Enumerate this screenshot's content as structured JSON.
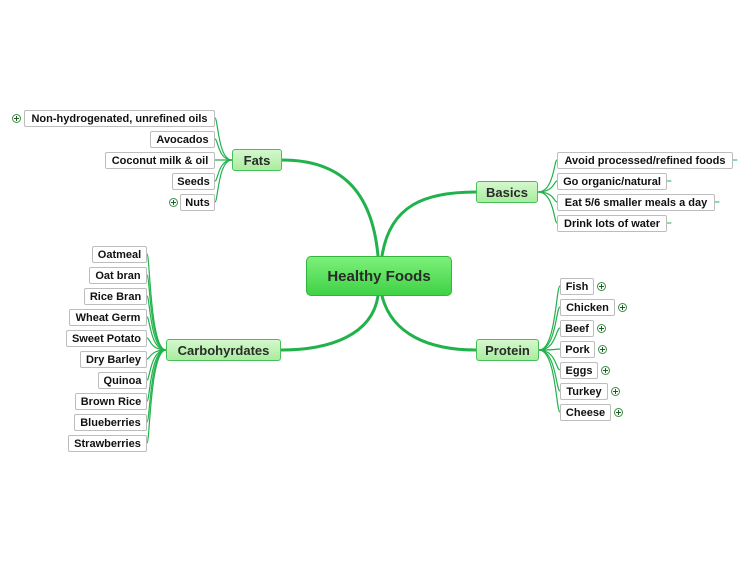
{
  "root": {
    "label": "Healthy Foods"
  },
  "colors": {
    "branch": "#22b24c",
    "leaf_line": "#22b24c",
    "root_fill": "#5ee05d",
    "main_fill": "#bff3b4"
  },
  "icons": {
    "collapse": "plus-circle-icon"
  },
  "branches": {
    "fats": {
      "label": "Fats",
      "items": [
        {
          "label": "Non-hydrogenated, unrefined oils",
          "expandable": true
        },
        {
          "label": "Avocados",
          "expandable": false
        },
        {
          "label": "Coconut milk & oil",
          "expandable": false
        },
        {
          "label": "Seeds",
          "expandable": false
        },
        {
          "label": "Nuts",
          "expandable": true
        }
      ]
    },
    "carbohydrates": {
      "label": "Carbohyrdates",
      "items": [
        {
          "label": "Oatmeal",
          "expandable": false
        },
        {
          "label": "Oat bran",
          "expandable": false
        },
        {
          "label": "Rice Bran",
          "expandable": false
        },
        {
          "label": "Wheat Germ",
          "expandable": false
        },
        {
          "label": "Sweet Potato",
          "expandable": false
        },
        {
          "label": "Dry Barley",
          "expandable": false
        },
        {
          "label": "Quinoa",
          "expandable": false
        },
        {
          "label": "Brown Rice",
          "expandable": false
        },
        {
          "label": "Blueberries",
          "expandable": false
        },
        {
          "label": "Strawberries",
          "expandable": false
        }
      ]
    },
    "basics": {
      "label": "Basics",
      "items": [
        {
          "label": "Avoid processed/refined foods",
          "expandable": false
        },
        {
          "label": "Go organic/natural",
          "expandable": false
        },
        {
          "label": "Eat 5/6 smaller meals a day",
          "expandable": false
        },
        {
          "label": "Drink lots of water",
          "expandable": false
        }
      ]
    },
    "protein": {
      "label": "Protein",
      "items": [
        {
          "label": "Fish",
          "expandable": true
        },
        {
          "label": "Chicken",
          "expandable": true
        },
        {
          "label": "Beef",
          "expandable": true
        },
        {
          "label": "Pork",
          "expandable": true
        },
        {
          "label": "Eggs",
          "expandable": true
        },
        {
          "label": "Turkey",
          "expandable": true
        },
        {
          "label": "Cheese",
          "expandable": true
        }
      ]
    }
  }
}
